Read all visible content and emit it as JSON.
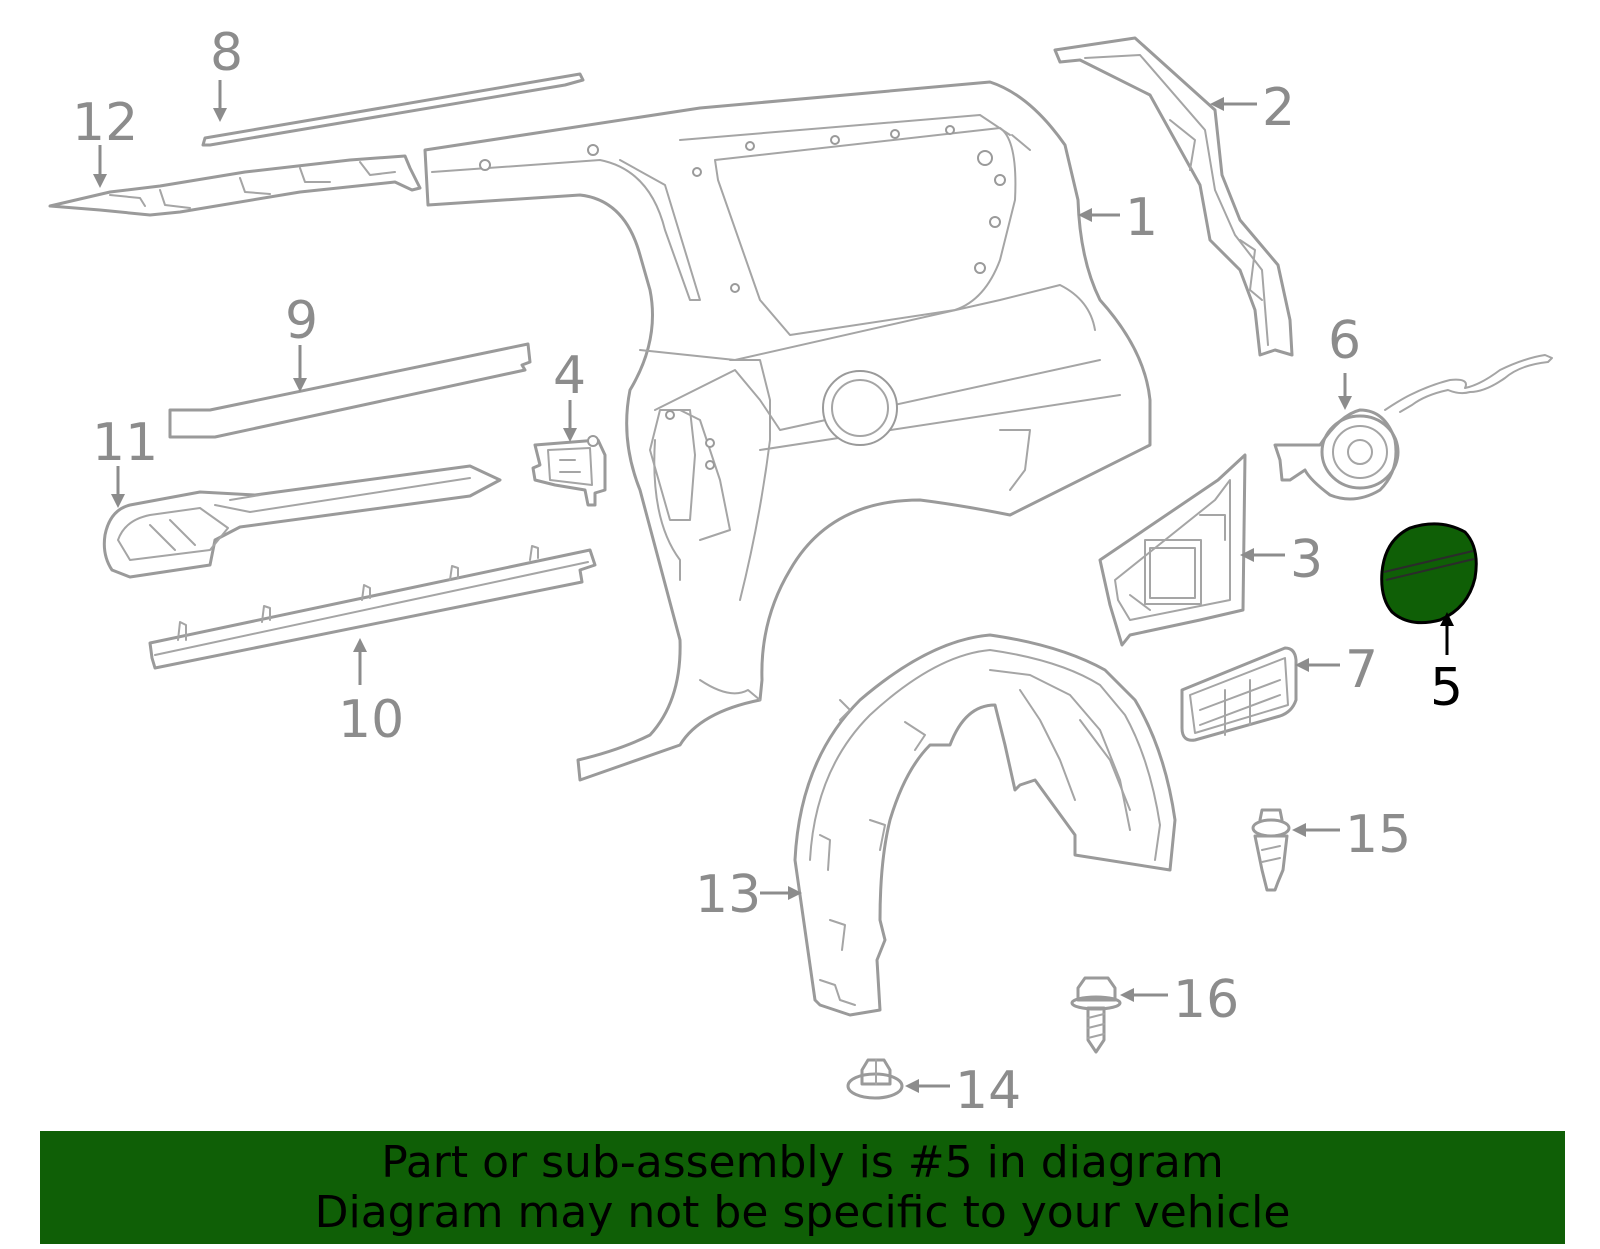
{
  "callouts": {
    "c1": "1",
    "c2": "2",
    "c3": "3",
    "c4": "4",
    "c5": "5",
    "c6": "6",
    "c7": "7",
    "c8": "8",
    "c9": "9",
    "c10": "10",
    "c11": "11",
    "c12": "12",
    "c13": "13",
    "c14": "14",
    "c15": "15",
    "c16": "16"
  },
  "highlight_part": "5",
  "banner": {
    "line1": "Part or sub-assembly is #5 in diagram",
    "line2": "Diagram may not be specific to your vehicle",
    "color": "#0f5f06"
  },
  "colors": {
    "part_line": "#9a9a9a",
    "highlight_fill": "#0f5f06",
    "highlight_outline": "#000000"
  }
}
